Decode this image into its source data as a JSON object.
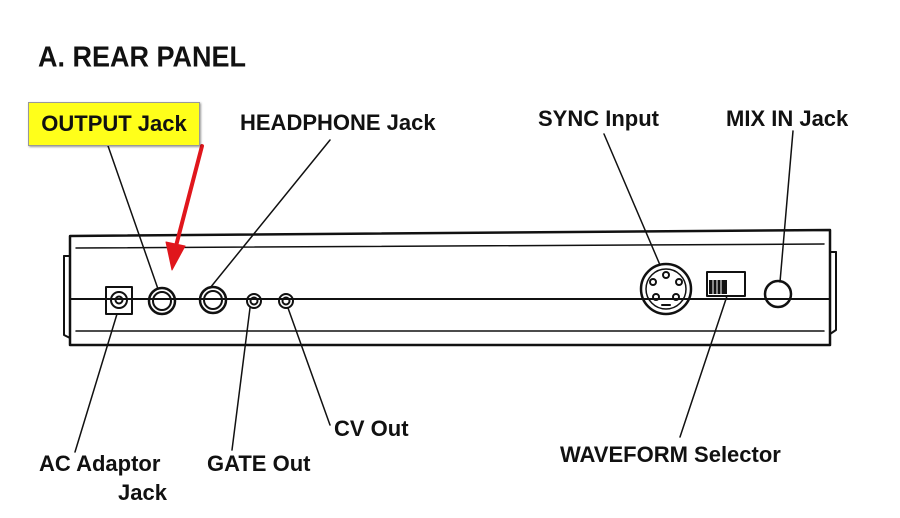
{
  "title": "A. REAR PANEL",
  "labels": {
    "output": "OUTPUT Jack",
    "headphone": "HEADPHONE Jack",
    "sync": "SYNC Input",
    "mixin": "MIX IN Jack",
    "ac_line1": "AC Adaptor",
    "ac_line2": "Jack",
    "gate": "GATE Out",
    "cv": "CV Out",
    "waveform": "WAVEFORM Selector"
  },
  "colors": {
    "highlight": "#ffff1a",
    "arrow": "#e0161c",
    "line": "#111111"
  }
}
